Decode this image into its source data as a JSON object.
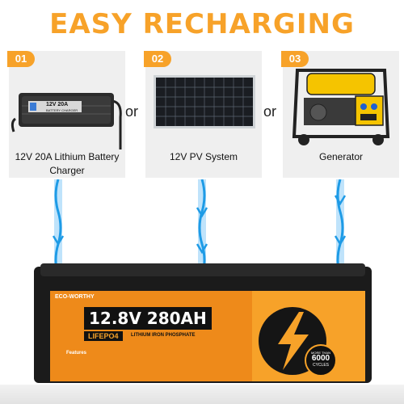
{
  "title": "EASY RECHARGING",
  "cards": [
    {
      "num": "01",
      "caption_line1": "12V 20A Lithium Battery",
      "caption_line2": "Charger",
      "device_label": "12V 20A",
      "device_sub": "BATTERY CHARGER"
    },
    {
      "num": "02",
      "caption_line1": "12V PV System"
    },
    {
      "num": "03",
      "caption_line1": "Generator"
    }
  ],
  "or_text": "or",
  "battery": {
    "brand": "ECO-WORTHY",
    "spec": "12.8V 280AH",
    "chem": "LIFEPO4",
    "chem_sub": "LITHIUM IRON PHOSPHATE",
    "features_title": "Features",
    "cycles_top": "MORE THAN",
    "cycles_num": "6000",
    "cycles_bottom": "CYCLES"
  },
  "colors": {
    "accent": "#f7a229",
    "water": "#1e9be6"
  }
}
